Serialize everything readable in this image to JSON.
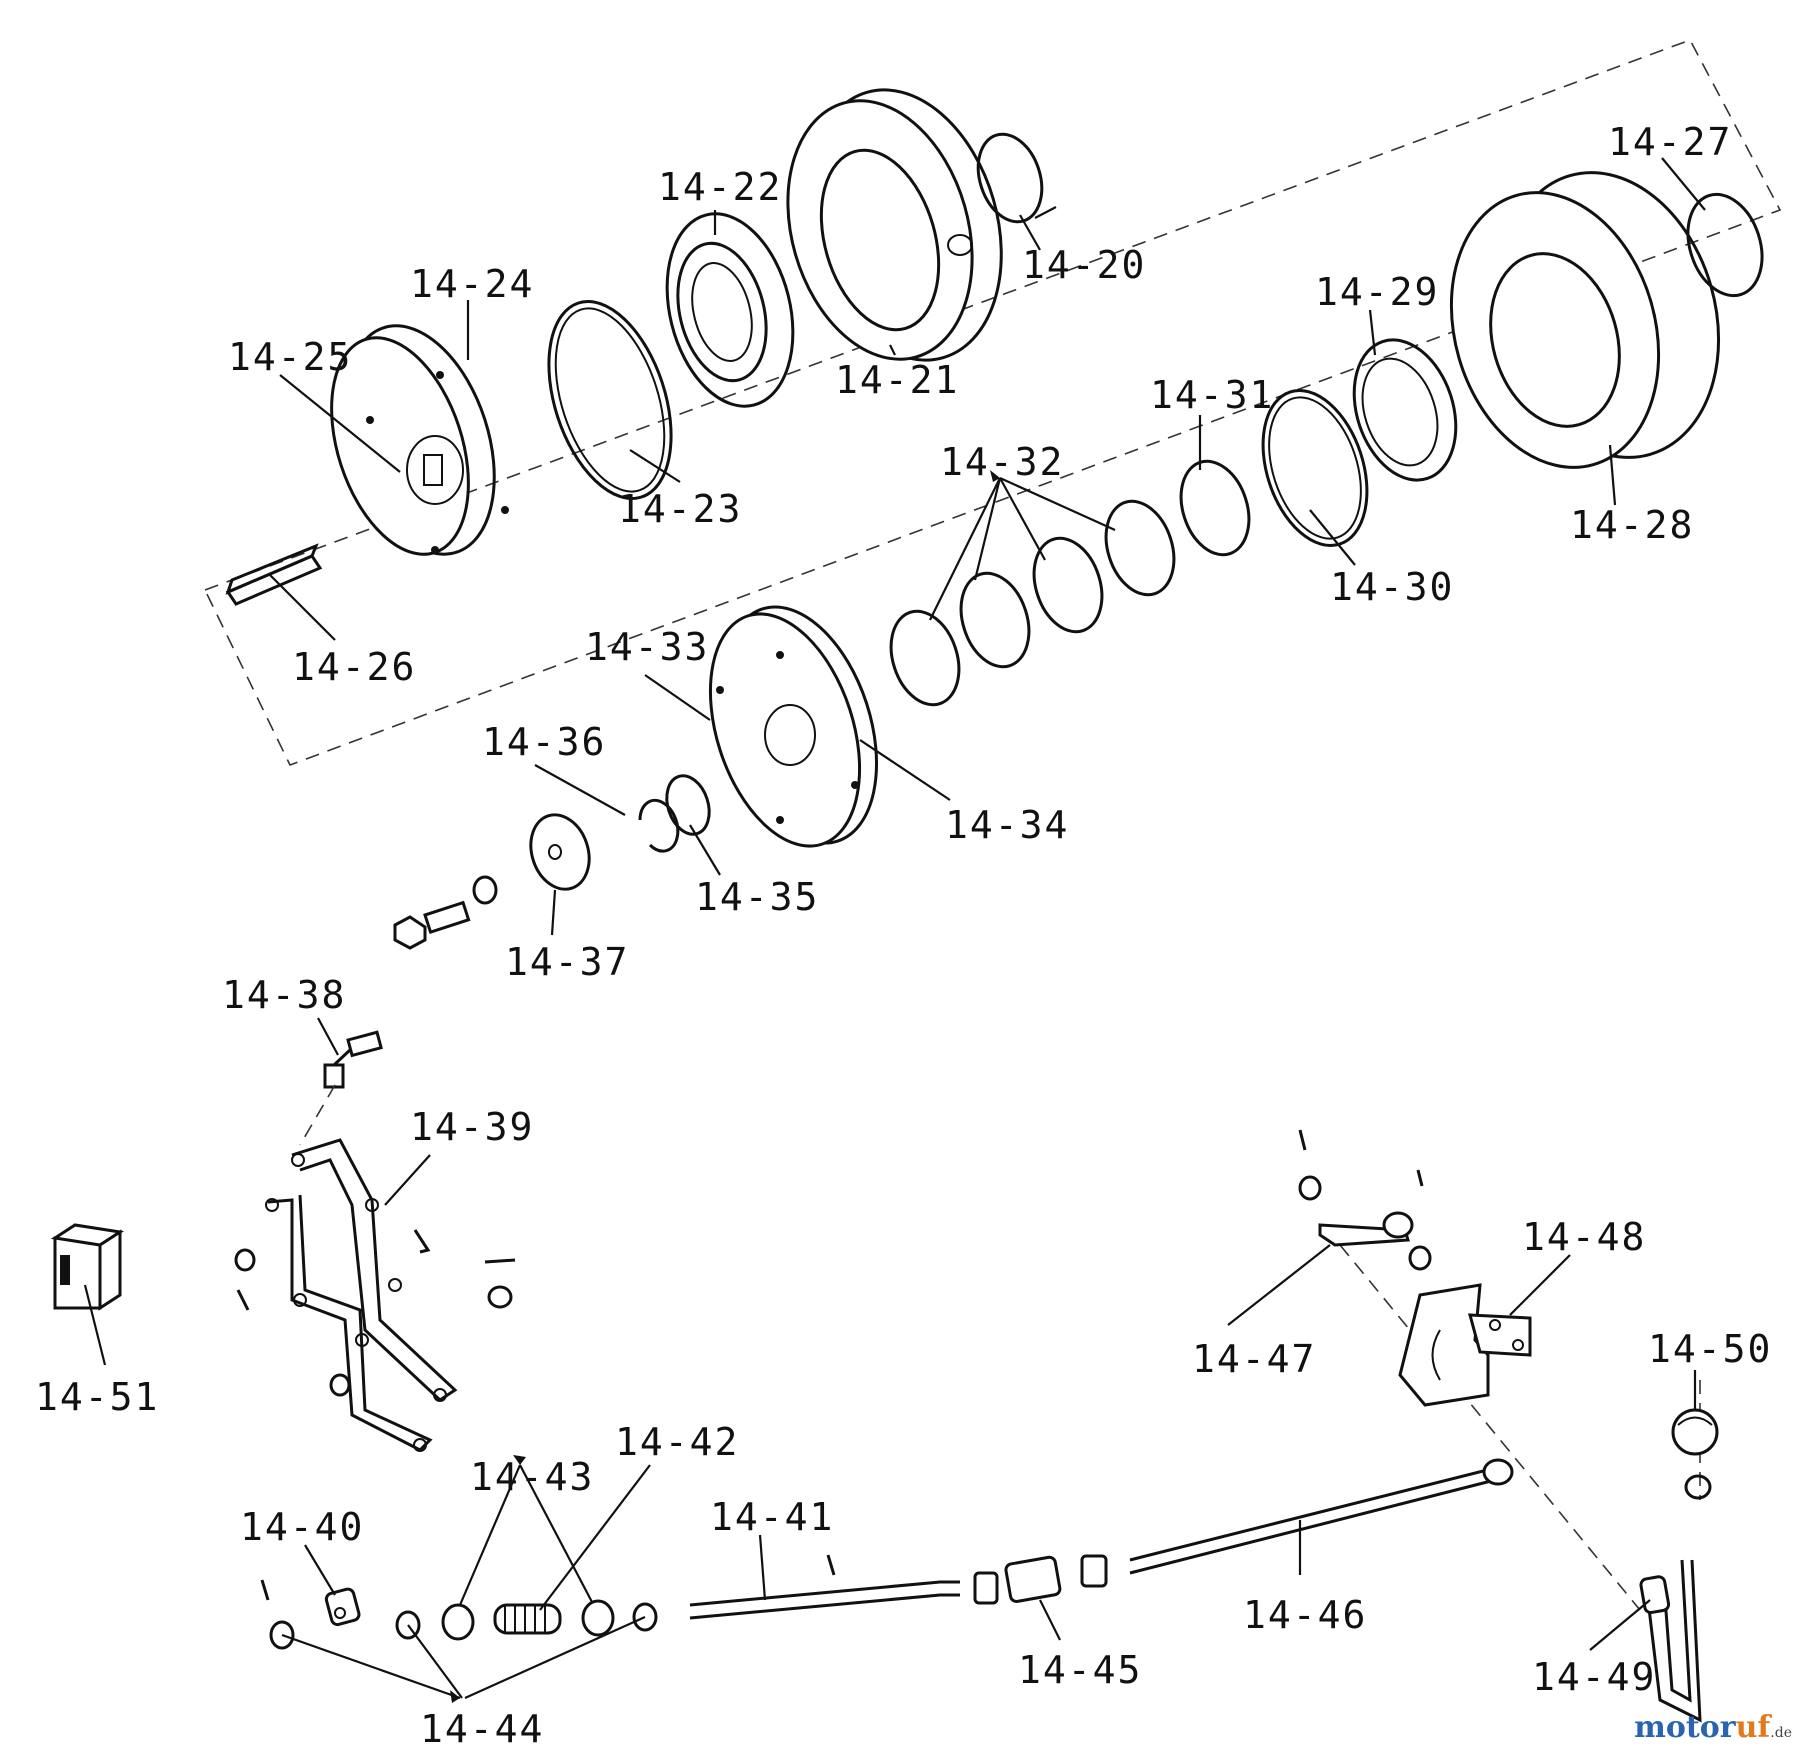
{
  "labels": {
    "p20": "14-20",
    "p21": "14-21",
    "p22": "14-22",
    "p23": "14-23",
    "p24": "14-24",
    "p25": "14-25",
    "p26": "14-26",
    "p27": "14-27",
    "p28": "14-28",
    "p29": "14-29",
    "p30": "14-30",
    "p31": "14-31",
    "p32": "14-32",
    "p33": "14-33",
    "p34": "14-34",
    "p35": "14-35",
    "p36": "14-36",
    "p37": "14-37",
    "p38": "14-38",
    "p39": "14-39",
    "p40": "14-40",
    "p41": "14-41",
    "p42": "14-42",
    "p43": "14-43",
    "p44": "14-44",
    "p45": "14-45",
    "p46": "14-46",
    "p47": "14-47",
    "p48": "14-48",
    "p49": "14-49",
    "p50": "14-50",
    "p51": "14-51"
  },
  "watermark": {
    "brand_a": "motor",
    "brand_b": "uf",
    "suffix": ".de"
  }
}
